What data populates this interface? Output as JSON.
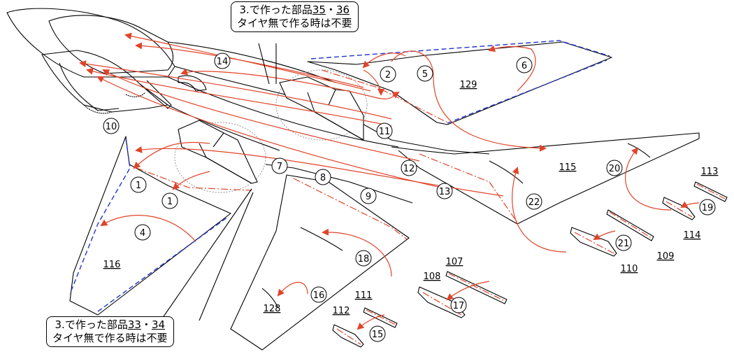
{
  "callout_top": {
    "line1_prefix": "3.で作った部品",
    "part_a": "35",
    "sep": "・",
    "part_b": "36",
    "line2": "タイヤ無で作る時は不要"
  },
  "callout_bottom": {
    "line1_prefix": "3.で作った部品",
    "part_a": "33",
    "sep": "・",
    "part_b": "34",
    "line2": "タイヤ無で作る時は不要"
  },
  "steps": [
    "1",
    "1",
    "2",
    "4",
    "5",
    "6",
    "7",
    "8",
    "9",
    "10",
    "11",
    "12",
    "13",
    "14",
    "15",
    "16",
    "17",
    "18",
    "19",
    "20",
    "21",
    "22"
  ],
  "parts": [
    "129",
    "115",
    "116",
    "128",
    "107",
    "108",
    "109",
    "110",
    "111",
    "112",
    "113",
    "114"
  ],
  "colors": {
    "outline": "#000000",
    "glue_arrow": "#e0442a",
    "fold_line_blue": "#2233cc"
  }
}
